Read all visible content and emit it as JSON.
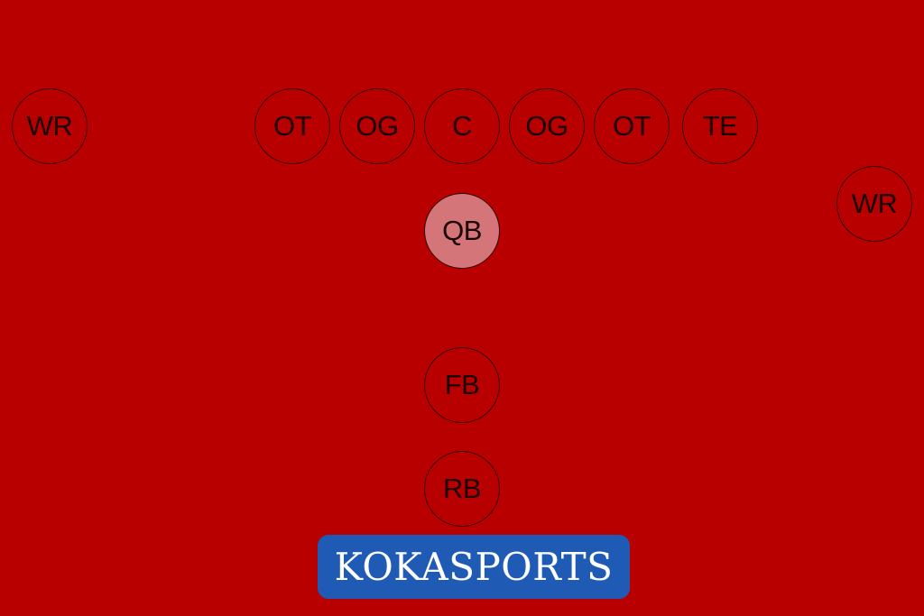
{
  "formation": {
    "players": {
      "wr_left": "WR",
      "ot_left": "OT",
      "og_left": "OG",
      "center": "C",
      "og_right": "OG",
      "ot_right": "OT",
      "tight_end": "TE",
      "wr_right": "WR",
      "quarterback": "QB",
      "fullback": "FB",
      "running_back": "RB"
    },
    "highlighted": "QB"
  },
  "colors": {
    "field": "#b80000",
    "highlight": "#d4757a",
    "brand_background": "#1f5bb5",
    "brand_text": "#ffffff"
  },
  "brand": {
    "name": "KOKASPORTS"
  }
}
